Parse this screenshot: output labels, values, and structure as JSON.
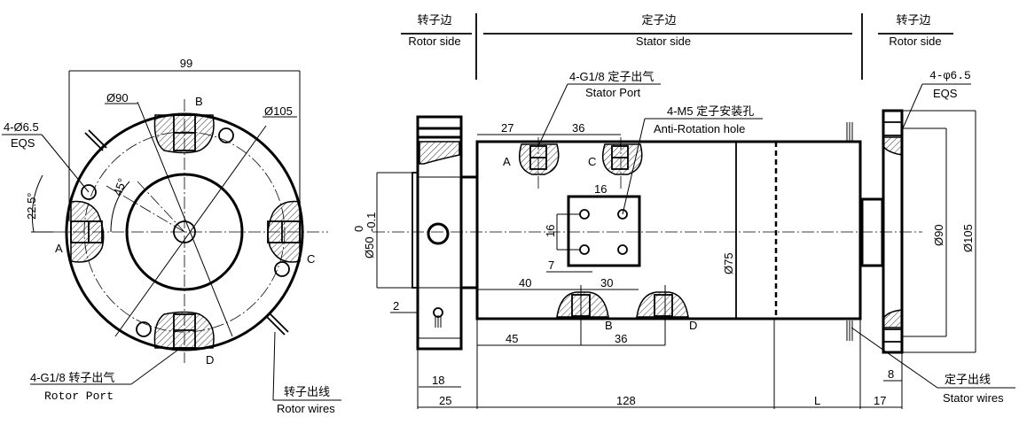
{
  "header": {
    "left_cn": "转子边",
    "left_en": "Rotor side",
    "mid_cn": "定子边",
    "mid_en": "Stator side",
    "right_cn": "转子边",
    "right_en": "Rotor side"
  },
  "front_view": {
    "width_dim": "99",
    "dia_90": "Ø90",
    "dia_105": "Ø105",
    "holes_label": "4-Ø6.5",
    "holes_sub": "EQS",
    "angle_1": "22.5°",
    "angle_2": "45°",
    "port_a": "A",
    "port_b": "B",
    "port_c": "C",
    "port_d": "D",
    "rotor_port_cn": "4-G1/8 转子出气",
    "rotor_port_en": "Rotor Port",
    "rotor_wires_cn": "转子出线",
    "rotor_wires_en": "Rotor wires"
  },
  "side_view": {
    "stator_port_cn": "4-G1/8 定子出气",
    "stator_port_en": "Stator Port",
    "anti_rot_cn": "4-M5 定子安装孔",
    "anti_rot_en": "Anti-Rotation hole",
    "holes_label": "4-φ6.5",
    "holes_sub": "EQS",
    "stator_wires_cn": "定子出线",
    "stator_wires_en": "Stator wires",
    "port_a": "A",
    "port_b": "B",
    "port_c": "C",
    "port_d": "D",
    "dims": {
      "d27": "27",
      "d36_top": "36",
      "d16_h": "16",
      "d16_v": "16",
      "d7": "7",
      "d40": "40",
      "d30": "30",
      "d45": "45",
      "d36_bot": "36",
      "d2": "2",
      "d18": "18",
      "d25": "25",
      "d128": "128",
      "dL": "L",
      "d17": "17",
      "d8": "8",
      "dia50": "Ø50",
      "dia50_tol_up": "0",
      "dia50_tol_lo": "-0.1",
      "dia75": "Ø75",
      "dia90": "Ø90",
      "dia105": "Ø105"
    }
  }
}
